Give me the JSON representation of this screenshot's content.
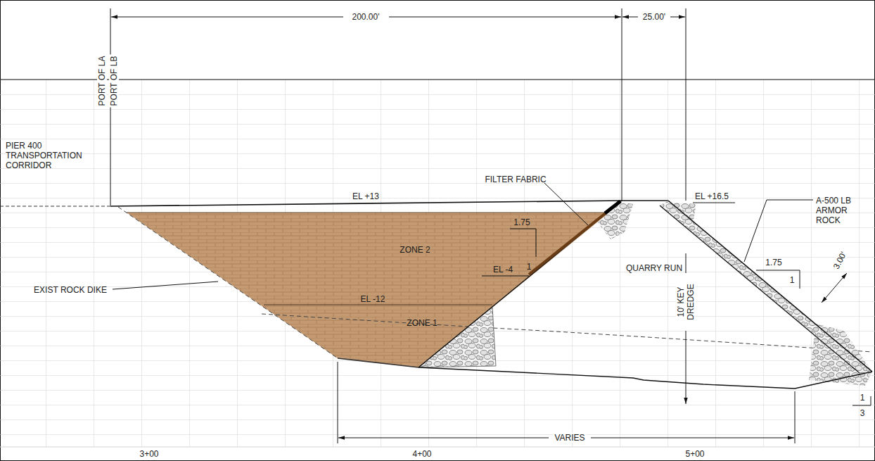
{
  "diagram": {
    "labels": [
      "200.00'",
      "25.00'",
      "PORT OF LA",
      "PORT OF LB",
      "PIER 400 TRANSPORTATION CORRIDOR",
      "FILTER FABRIC",
      "EL +13",
      "EL +16.5",
      "A-500 LB ARMOR ROCK",
      "1.75",
      "1",
      "ZONE 2",
      "EL -4",
      "QUARRY RUN",
      "1.75",
      "1",
      "3.00'",
      "10' KEY DREDGE",
      "EL -12",
      "ZONE 1",
      "EXIST ROCK DIKE",
      "1",
      "3",
      "VARIES",
      "3+00",
      "4+00",
      "5+00"
    ]
  }
}
